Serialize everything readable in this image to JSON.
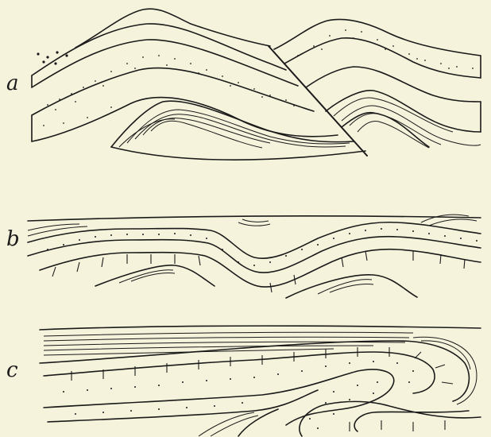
{
  "panels": [
    {
      "label": "a",
      "structure": "anticlines-with-reverse-fault"
    },
    {
      "label": "b",
      "structure": "open-folds-eroded-surface"
    },
    {
      "label": "c",
      "structure": "recumbent-overturned-fold"
    }
  ],
  "colors": {
    "background": "#f6f3dc",
    "ink": "#1a1a1a"
  }
}
